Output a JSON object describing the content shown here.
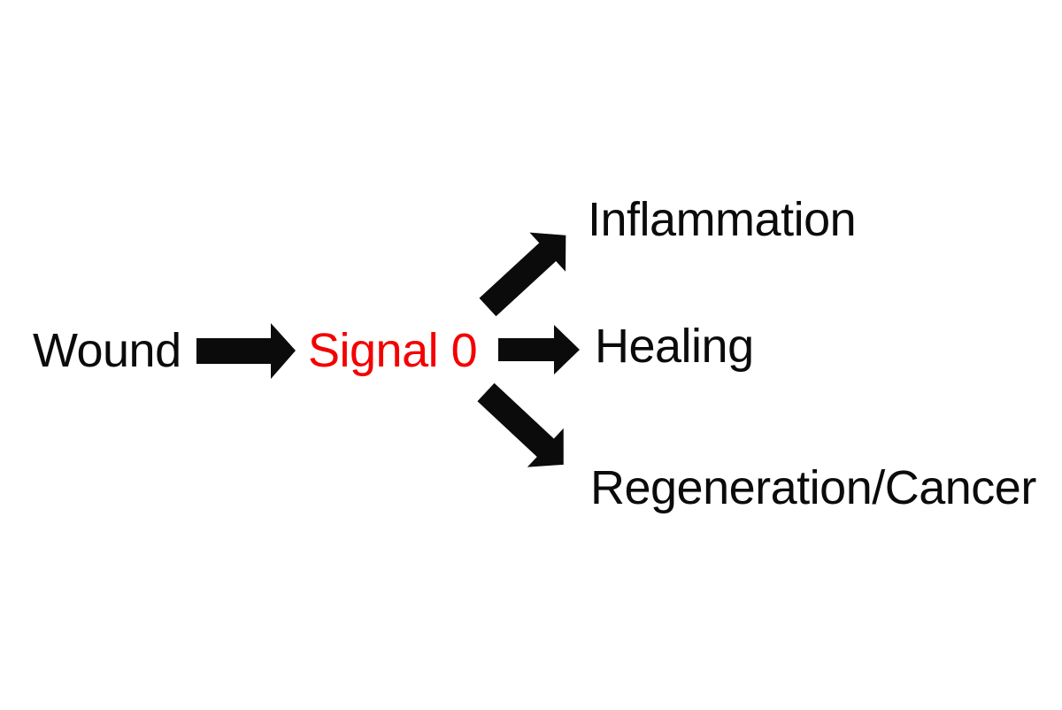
{
  "diagram": {
    "background_color": "#ffffff",
    "text_color": "#0b0b0b",
    "arrow_color": "#0b0b0b",
    "highlight_color": "#f40000",
    "nodes": {
      "source": {
        "label": "Wound"
      },
      "signal": {
        "label": "Signal 0",
        "color": "#f40000"
      },
      "outcomes": [
        {
          "label": "Inflammation"
        },
        {
          "label": "Healing"
        },
        {
          "label": "Regeneration/Cancer"
        }
      ]
    },
    "arrows": [
      {
        "name": "wound-to-signal",
        "direction": "right"
      },
      {
        "name": "signal-to-inflammation",
        "direction": "up-right"
      },
      {
        "name": "signal-to-healing",
        "direction": "right"
      },
      {
        "name": "signal-to-regeneration",
        "direction": "down-right"
      }
    ]
  }
}
